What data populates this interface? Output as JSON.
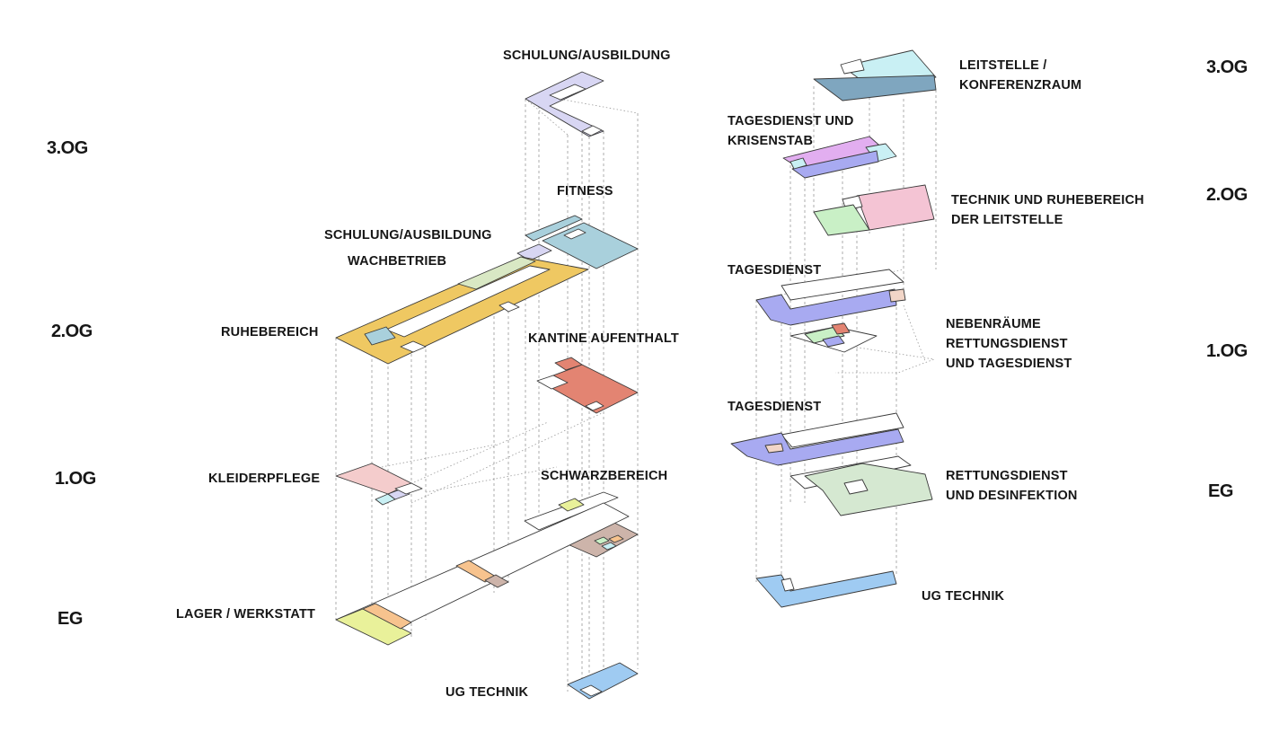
{
  "floors_left": [
    "3.OG",
    "2.OG",
    "1.OG",
    "EG"
  ],
  "floors_right": [
    "3.OG",
    "2.OG",
    "1.OG",
    "EG"
  ],
  "labels_left": {
    "schulung_top": [
      "SCHULUNG/AUSBILDUNG"
    ],
    "fitness": [
      "FITNESS"
    ],
    "schulung_mid": [
      "SCHULUNG/AUSBILDUNG"
    ],
    "wachbetrieb": [
      "WACHBETRIEB"
    ],
    "ruhebereich": [
      "RUHEBEREICH"
    ],
    "kantine": [
      "KANTINE AUFENTHALT"
    ],
    "kleiderpflege": [
      "KLEIDERPFLEGE"
    ],
    "schwarzbereich": [
      "SCHWARZBEREICH"
    ],
    "lager": [
      "LAGER / WERKSTATT"
    ],
    "ug_technik": [
      "UG TECHNIK"
    ]
  },
  "labels_right": {
    "leitstelle": [
      "LEITSTELLE /",
      "KONFERENZRAUM"
    ],
    "tagesdienst_krisenstab": [
      "TAGESDIENST UND",
      "KRISENSTAB"
    ],
    "technik_ruhe": [
      "TECHNIK UND RUHEBEREICH",
      "DER LEITSTELLE"
    ],
    "tagesdienst_1": [
      "TAGESDIENST"
    ],
    "nebenraeume": [
      "NEBENRÄUME",
      "RETTUNGSDIENST",
      "UND TAGESDIENST"
    ],
    "tagesdienst_2": [
      "TAGESDIENST"
    ],
    "rettungsdienst": [
      "RETTUNGSDIENST",
      "UND DESINFEKTION"
    ],
    "ug_technik": [
      "UG TECHNIK"
    ]
  },
  "colors": {
    "ruhebereich": "#efc862",
    "wachbetrieb": "#d9e8c4",
    "schulung": "#d8d6f3",
    "fitness": "#a9d0dc",
    "kantine": "#e38472",
    "kleiderpflege": "#f4cccc",
    "schwarzbereich": "#cdb4aa",
    "lager_yellow": "#e9f19a",
    "lager_orange": "#f7c38e",
    "ug_technik": "#9fcbf2",
    "leitstelle": "#7fa6bf",
    "konferenz": "#c9f0f4",
    "krisenstab": "#e2aef0",
    "tagesdienst": "#a8aaf1",
    "technik_ruhe": "#f4c4d4",
    "green": "#c9f0c6",
    "rettungsdienst": "#d5e8d1"
  }
}
